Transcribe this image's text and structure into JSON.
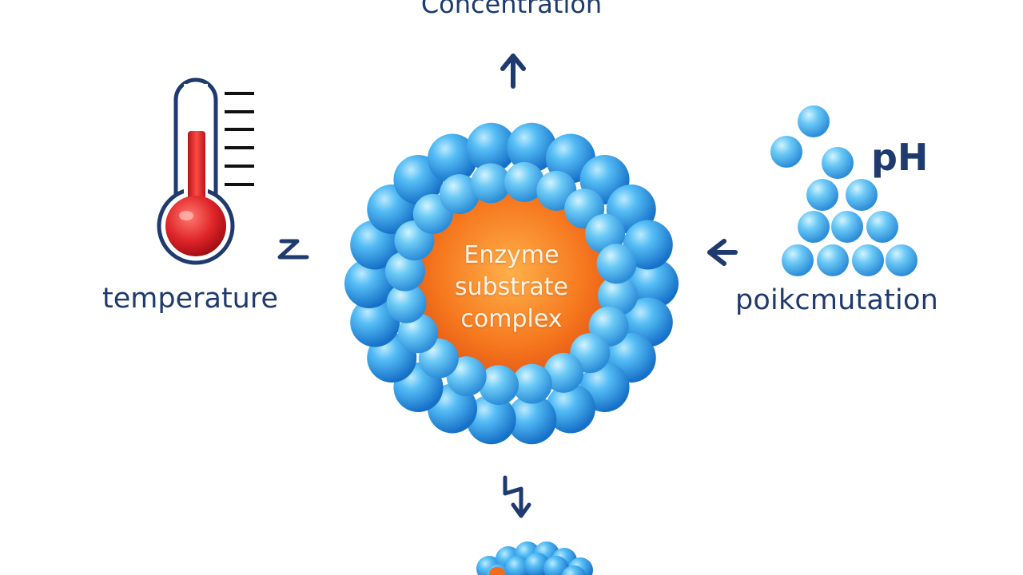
{
  "diagram": {
    "top_label": "Concentration",
    "left_label": "temperature",
    "right_label": "poikcmutation",
    "ph_label": "pH",
    "center_label": [
      "Enzyme",
      "substrate",
      "complex"
    ]
  },
  "colors": {
    "label_text": "#1e3a6e",
    "arrow": "#1e3a6e",
    "bead_light": "#7fd0ff",
    "bead_dark": "#1a78d0",
    "core_orange": "#f26a1b",
    "thermometer_red": "#e0262a"
  },
  "icons": {
    "thermometer": "thermometer-icon",
    "ph_beads": "ph-molecule-cluster-icon",
    "enzyme": "enzyme-complex-icon",
    "arrows": [
      "arrow-up-icon",
      "arrow-zigzag-left-icon",
      "arrow-left-icon",
      "arrow-zigzag-down-icon"
    ]
  }
}
